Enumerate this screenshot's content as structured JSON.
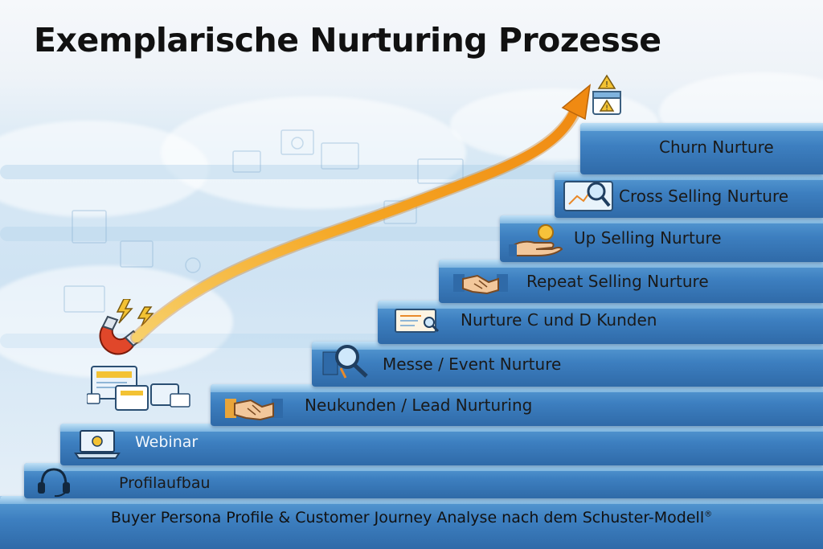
{
  "title": "Exemplarische Nurturing Prozesse",
  "steps": [
    {
      "label": "Churn Nurture",
      "icon": "warning-icon"
    },
    {
      "label": "Cross Selling Nurture",
      "icon": "magnifier-chart-icon"
    },
    {
      "label": "Up Selling Nurture",
      "icon": "hand-coin-icon"
    },
    {
      "label": "Repeat Selling Nurture",
      "icon": "handshake-icon"
    },
    {
      "label": "Nurture C und D Kunden",
      "icon": "document-search-icon"
    },
    {
      "label": "Messe / Event Nurture",
      "icon": "magnifier-icon"
    },
    {
      "label": "Neukunden / Lead Nurturing",
      "icon": "handshake-icon"
    },
    {
      "label": "Webinar",
      "icon": "laptop-icon"
    },
    {
      "label": "Profilaufbau",
      "icon": "headset-icon"
    }
  ],
  "base": {
    "label": "Buyer Persona Profile & Customer Journey Analyse nach dem Schuster-Modell",
    "mark": "®"
  },
  "colors": {
    "step_blue": "#3d7fc0",
    "arrow_orange": "#f5a623",
    "magnet_red": "#e0472a"
  },
  "decor_icons": [
    "magnet-icon",
    "growth-arrow-icon",
    "screens-icon"
  ]
}
